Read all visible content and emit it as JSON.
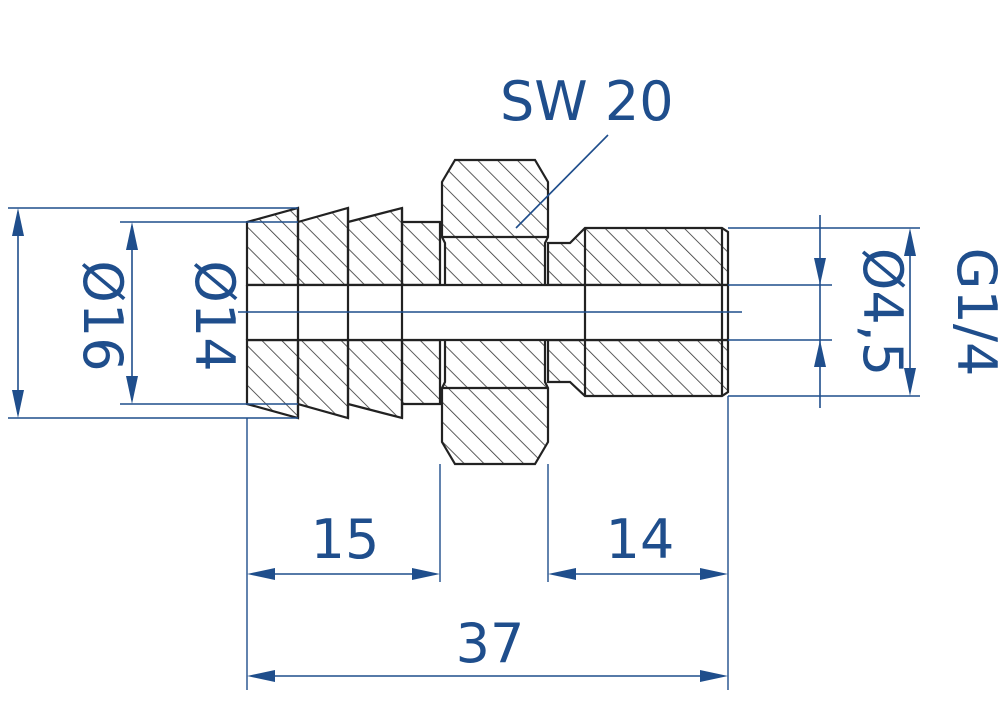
{
  "title": "",
  "colors": {
    "dimension": "#1f4e8c",
    "outline": "#222222",
    "background": "#ffffff"
  },
  "dimensions": {
    "hex_size": "SW 20",
    "barb_outer_diameter": "Ø16",
    "barb_inner_diameter": "Ø14",
    "bore_diameter": "Ø4,5",
    "thread": "G1/4",
    "barb_length": "15",
    "thread_length": "14",
    "total_length": "37"
  }
}
